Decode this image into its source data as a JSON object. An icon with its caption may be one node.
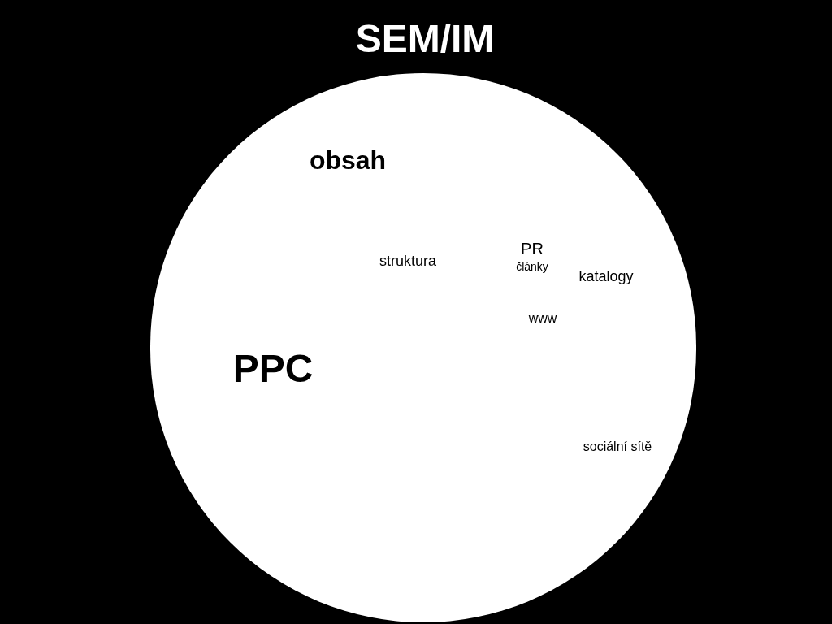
{
  "diagram": {
    "title": "SEM/IM",
    "nodes": [
      {
        "text": [
          "obsah",
          "struktura",
          "PR",
          "články",
          "katalogy",
          "www",
          "PPC",
          "sociální sítě"
        ]
      }
    ]
  }
}
